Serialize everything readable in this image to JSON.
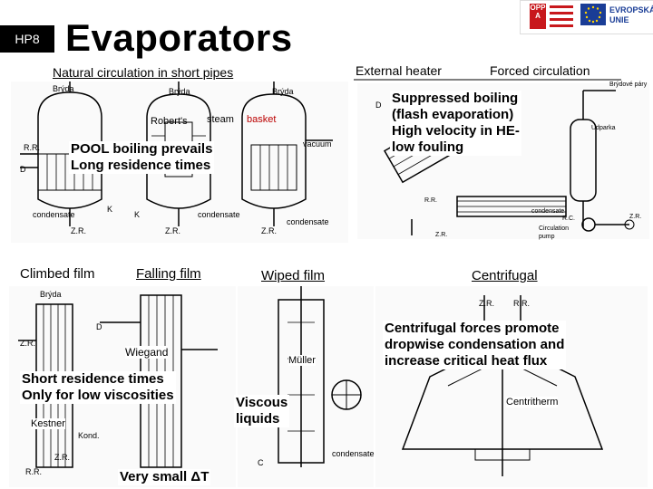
{
  "header": {
    "badge": "HP8",
    "title": "Evaporators",
    "logos": {
      "opp_text": "OPP A",
      "eu_text_1": "EVROPSKÁ",
      "eu_text_2": "UNIE"
    }
  },
  "top_row": {
    "natural_circulation": "Natural circulation in short pipes",
    "external_heater": "External heater",
    "forced_circulation": "Forced circulation",
    "pool_boiling_1": "POOL boiling prevails",
    "pool_boiling_2": "Long residence times",
    "suppressed_1": "Suppressed boiling",
    "suppressed_2": "(flash evaporation)",
    "suppressed_3": "High velocity in HE-",
    "suppressed_4": "low fouling",
    "labels": {
      "robert": "Robert's",
      "steam": "steam",
      "basket": "basket",
      "vacuum": "vacuum",
      "bryda1": "Brýda",
      "bryda2": "Brýda",
      "bryda3": "Brýda",
      "condensate1": "condensate",
      "condensate2": "condensate",
      "condensate3": "condensate",
      "condensate4": "condensate",
      "zr1": "Z.R.",
      "zr2": "Z.R.",
      "zr3": "Z.R.",
      "zr4": "Z.R.",
      "rr1": "R.R.",
      "rr2": "R.R.",
      "d1": "D",
      "d2": "D",
      "k1": "K",
      "k2": "K",
      "circ_pump_1": "Circulation",
      "circ_pump_2": "pump",
      "bryd_pary": "Brýdové páry",
      "udparka": "Udparka",
      "rc": "R.C.",
      "zr_small": "Z.R."
    }
  },
  "bottom_row": {
    "climbed_film": "Climbed film",
    "falling_film": "Falling film",
    "wiped_film": "Wiped film",
    "centrifugal": "Centrifugal",
    "wiegand": "Wiegand",
    "muller": "Müller",
    "kestner": "Kestner",
    "centritherm": "Centritherm",
    "short_res_1": "Short residence times",
    "short_res_2": "Only for low viscosities",
    "viscous_1": "Viscous",
    "viscous_2": "liquids",
    "centrifugal_text_1": "Centrifugal forces promote",
    "centrifugal_text_2": "dropwise condensation and",
    "centrifugal_text_3": "increase critical heat flux",
    "very_small": "Very small ",
    "delta_t": "ΔT",
    "labels": {
      "bryda": "Brýda",
      "zr1": "Z.R.",
      "zr2": "Z.R.",
      "zr3": "Z.R.",
      "rr1": "R.R.",
      "rr2": "R.R.",
      "d": "D",
      "kond": "Kond.",
      "condensate": "condensate",
      "c": "C"
    }
  }
}
